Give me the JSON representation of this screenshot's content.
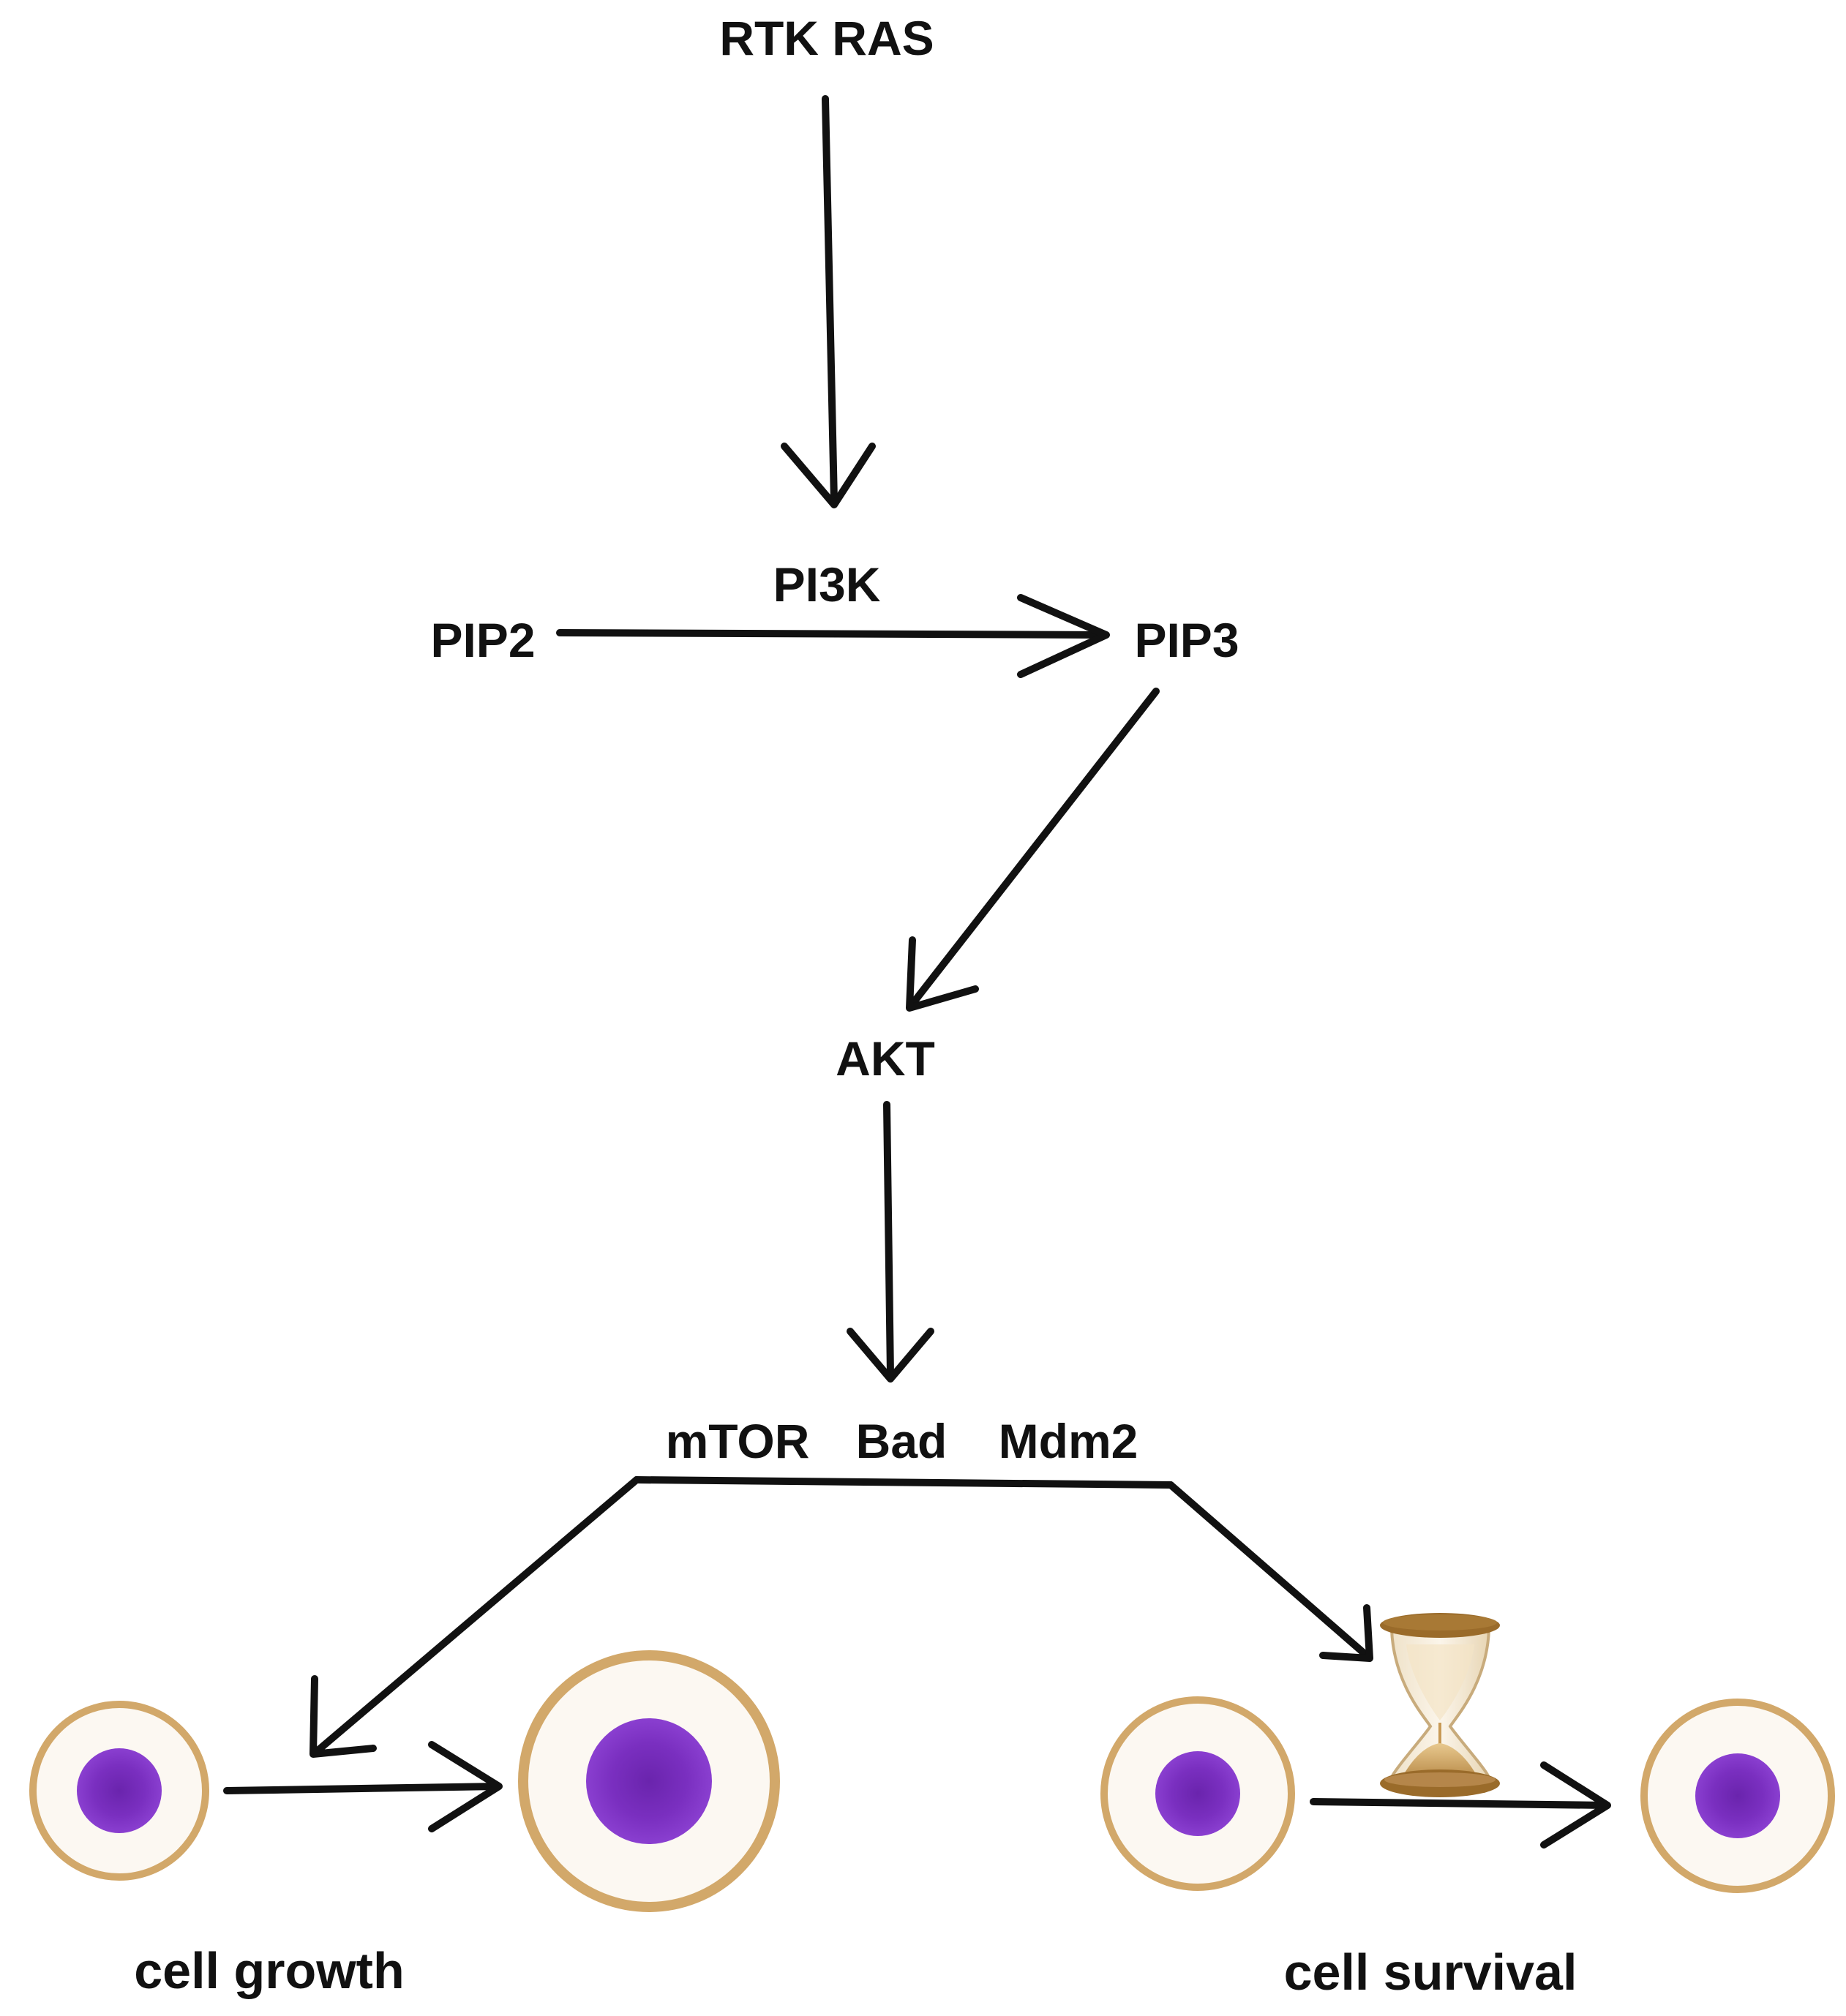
{
  "diagram": {
    "nodes": {
      "rtk_ras": "RTK RAS",
      "pi3k": "PI3K",
      "pip2": "PIP2",
      "pip3": "PIP3",
      "akt": "AKT",
      "mtor": "mTOR",
      "bad": "Bad",
      "mdm2": "Mdm2"
    },
    "outcomes": {
      "cell_growth": "cell growth",
      "cell_survival": "cell survival"
    },
    "colors": {
      "line": "#111111",
      "cell_membrane": "#d2a86a",
      "cell_cytoplasm": "#fcf8f2",
      "nucleus": "#7a2fc0",
      "nucleus_dark": "#5e1fa0",
      "hourglass_cap": "#9a6b2a",
      "hourglass_sand": "#c89a55"
    },
    "icons": [
      "cell-icon",
      "hourglass-icon",
      "arrow-icon"
    ]
  }
}
